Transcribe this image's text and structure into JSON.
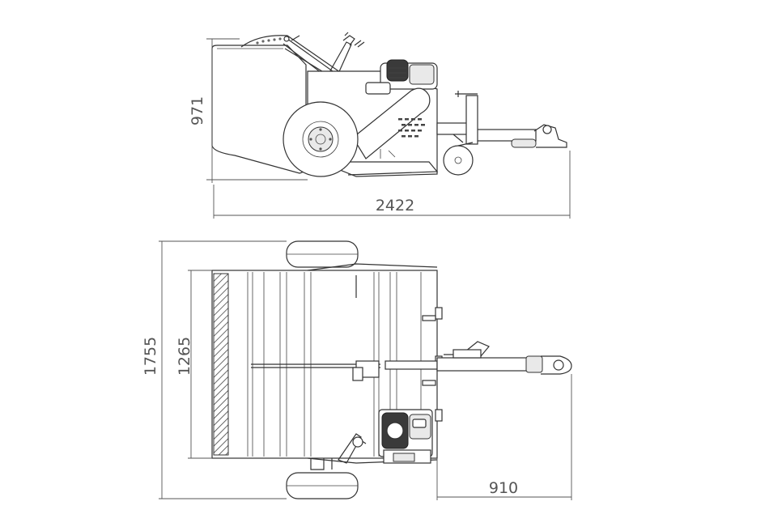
{
  "dimensions": {
    "side_height": "971",
    "side_length": "2422",
    "top_overall_width": "1755",
    "top_working_width": "1265",
    "top_drawbar_length": "910"
  }
}
